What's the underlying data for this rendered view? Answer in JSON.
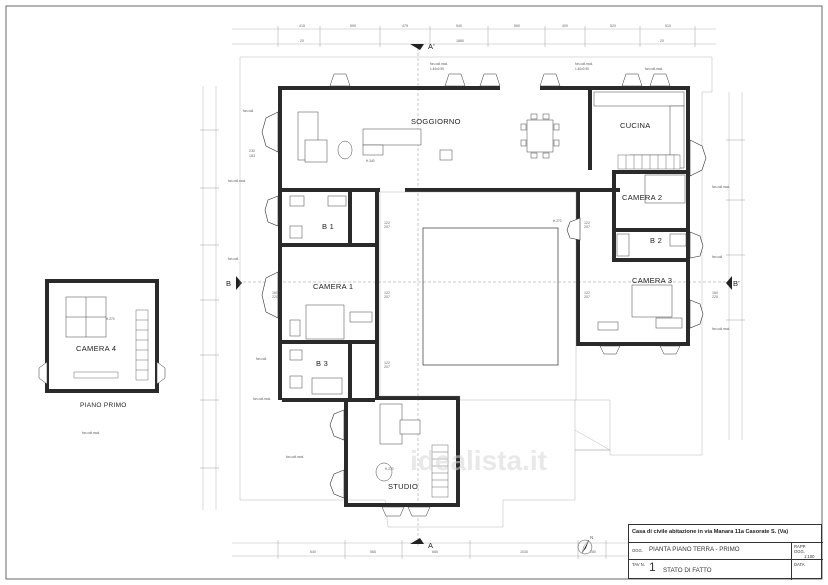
{
  "rooms": {
    "soggiorno": "SOGGIORNO",
    "cucina": "CUCINA",
    "camera1": "CAMERA 1",
    "camera2": "CAMERA 2",
    "camera3": "CAMERA 3",
    "camera4": "CAMERA 4",
    "b1": "B 1",
    "b2": "B 2",
    "b3": "B 3",
    "studio": "STUDIO"
  },
  "inset_caption": "PIANO PRIMO",
  "section_marks": {
    "a_top": "A'",
    "a_bottom": "A",
    "b_left": "B",
    "b_right": "B'"
  },
  "title_block": {
    "title": "Casa di civile abitazione in via Manara 11a Casorate S. (Va)",
    "ogg_label": "OGG.",
    "ogg_value": "PIANTA PIANO TERRA - PRIMO",
    "rapp_label": "RAPP.",
    "scale": "1:100",
    "data_label": "DATA",
    "tav_label": "TAV N.",
    "tav_number": "1",
    "tav_value": "STATO DI FATTO"
  },
  "watermark": "idealista.it",
  "north_arrow": "N"
}
